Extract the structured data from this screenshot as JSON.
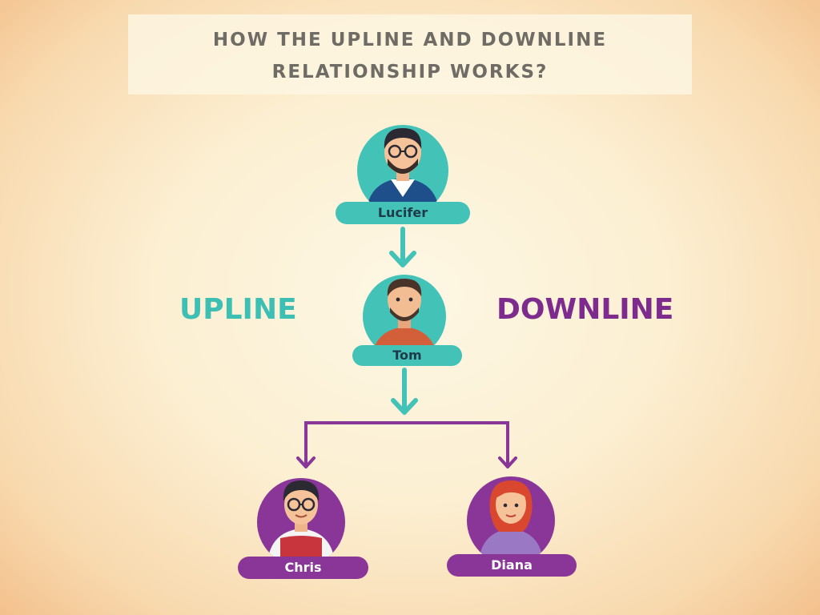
{
  "title_line1": "HOW THE UPLINE AND DOWNLINE",
  "title_line2": "RELATIONSHIP WORKS?",
  "upline_label": "UPLINE",
  "downline_label": "DOWNLINE",
  "nodes": {
    "lucifer": {
      "name": "Lucifer",
      "circle": "teal"
    },
    "tom": {
      "name": "Tom",
      "circle": "teal"
    },
    "chris": {
      "name": "Chris",
      "circle": "purple"
    },
    "diana": {
      "name": "Diana",
      "circle": "purple"
    }
  },
  "colors": {
    "teal": "#43c2b8",
    "purple": "#8a3598",
    "title_text": "#6f6c65",
    "upline_text": "#3dbfb4",
    "downline_text": "#7d2c8e"
  }
}
